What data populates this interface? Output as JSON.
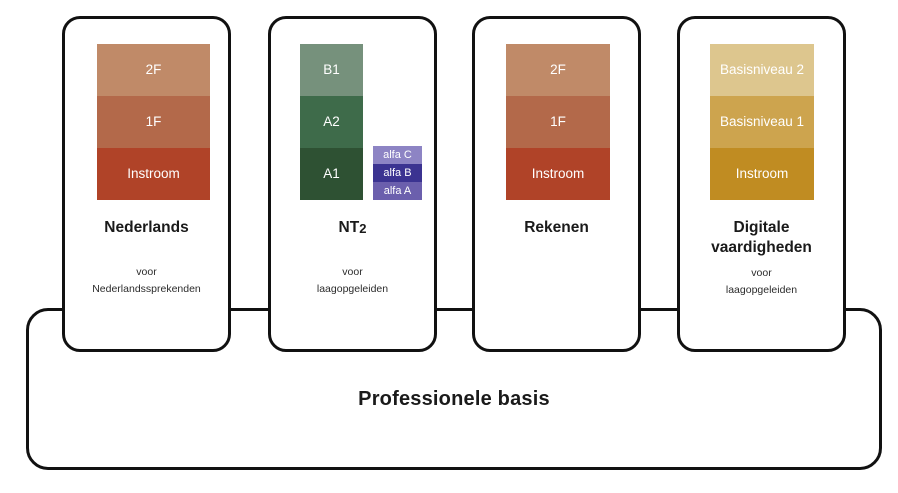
{
  "diagram": {
    "base": {
      "label": "Professionele basis"
    },
    "colors": {
      "outline": "#111111",
      "background": "#ffffff",
      "text_dark": "#1a1a1a",
      "segment_text": "#ffffff"
    },
    "cards": [
      {
        "id": "nederlands",
        "title": "Nederlands",
        "title_lines": [
          "Nederlands"
        ],
        "subtitle_lines": [
          "voor",
          "Nederlandssprekenden"
        ],
        "stack": {
          "segments": [
            {
              "label": "Instroom",
              "color": "#b04328"
            },
            {
              "label": "1F",
              "color": "#b3694a"
            },
            {
              "label": "2F",
              "color": "#c08a68"
            }
          ]
        },
        "side_stack": null
      },
      {
        "id": "nt2",
        "title": "NT2",
        "title_lines": [
          "NT2"
        ],
        "subtitle_lines": [
          "voor",
          "laagopgeleiden"
        ],
        "stack": {
          "segments": [
            {
              "label": "A1",
              "color": "#2e5133"
            },
            {
              "label": "A2",
              "color": "#3e6b4a"
            },
            {
              "label": "B1",
              "color": "#76917c"
            }
          ]
        },
        "side_stack": {
          "segments": [
            {
              "label": "alfa A",
              "color": "#6b5fad"
            },
            {
              "label": "alfa B",
              "color": "#3b3391"
            },
            {
              "label": "alfa C",
              "color": "#8d84c4"
            }
          ]
        }
      },
      {
        "id": "rekenen",
        "title": "Rekenen",
        "title_lines": [
          "Rekenen"
        ],
        "subtitle_lines": [],
        "stack": {
          "segments": [
            {
              "label": "Instroom",
              "color": "#b04328"
            },
            {
              "label": "1F",
              "color": "#b3694a"
            },
            {
              "label": "2F",
              "color": "#c08a68"
            }
          ]
        },
        "side_stack": null
      },
      {
        "id": "digitale-vaardigheden",
        "title": "Digitale vaardigheden",
        "title_lines": [
          "Digitale",
          "vaardigheden"
        ],
        "subtitle_lines": [
          "voor",
          "laagopgeleiden"
        ],
        "stack": {
          "segments": [
            {
              "label": "Instroom",
              "color": "#c08c22"
            },
            {
              "label": "Basisniveau 1",
              "color": "#cda44e"
            },
            {
              "label": "Basisniveau 2",
              "color": "#ddc68e"
            }
          ]
        },
        "side_stack": null
      }
    ]
  }
}
